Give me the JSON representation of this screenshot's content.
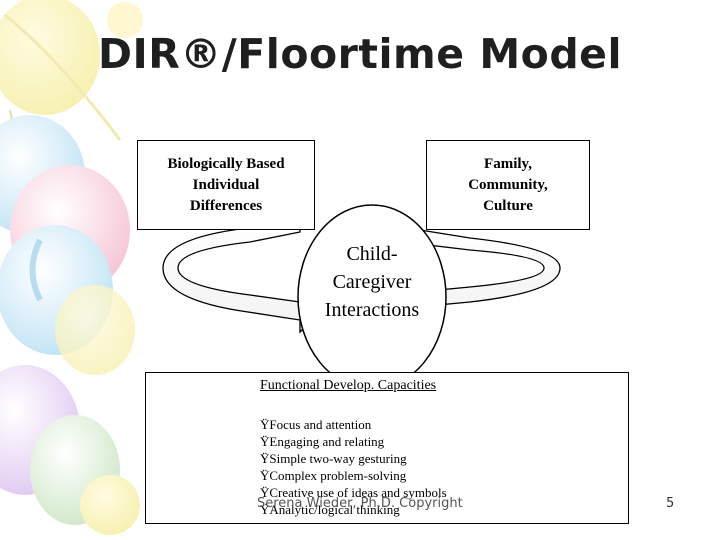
{
  "title": "DIR®/Floortime Model",
  "left_box": {
    "lines": [
      "Biologically Based",
      "Individual",
      "Differences"
    ]
  },
  "right_box": {
    "lines": [
      "Family,",
      "Community,",
      "Culture"
    ]
  },
  "center": {
    "lines": [
      "Child-",
      "Caregiver",
      "Interactions"
    ]
  },
  "capacities": {
    "heading": "Functional Develop. Capacities",
    "items": [
      "ŸFocus and attention",
      "ŸEngaging and relating",
      "ŸSimple two-way gesturing",
      "ŸComplex problem-solving",
      "ŸCreative use of ideas and symbols",
      "ŸAnalytic/logical thinking"
    ]
  },
  "footer": "Serena Wieder, Ph.D. Copyright",
  "page_number": "5"
}
